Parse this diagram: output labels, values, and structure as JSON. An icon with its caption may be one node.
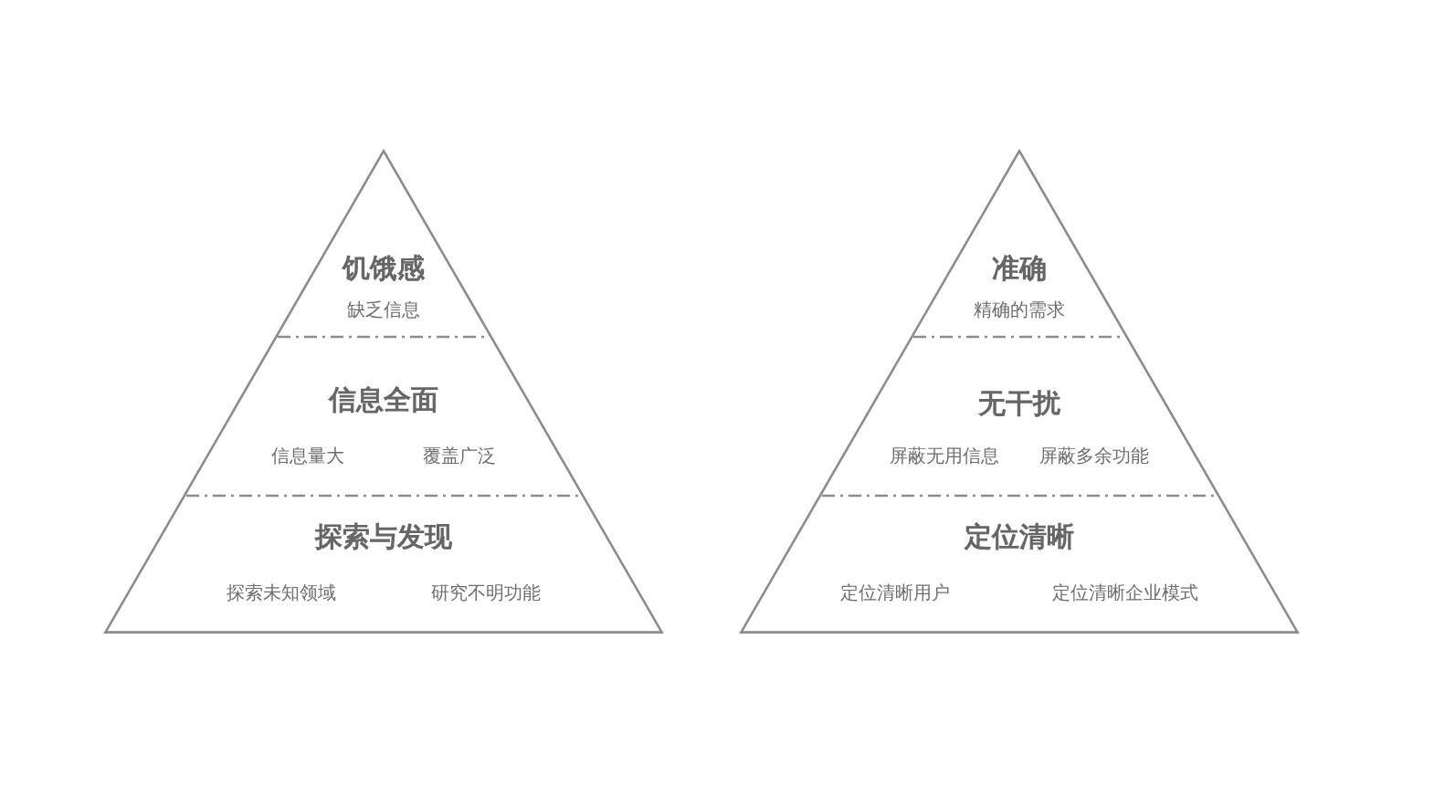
{
  "diagram": {
    "nodes": [
      {
        "text": [],
        "shape": "triangle"
      },
      {
        "text": [
          "饥饿感",
          "缺乏信息"
        ],
        "in": 0
      },
      {
        "text": [
          "信息全面",
          "信息量大",
          "覆盖广泛"
        ],
        "in": 0
      },
      {
        "text": [
          "探索与发现",
          "探索未知领域",
          "研究不明功能"
        ],
        "in": 0
      },
      {
        "text": [],
        "shape": "triangle"
      },
      {
        "text": [
          "准确",
          "精确的需求"
        ],
        "in": 4
      },
      {
        "text": [
          "无干扰",
          "屏蔽无用信息",
          "屏蔽多余功能"
        ],
        "in": 4
      },
      {
        "text": [
          "定位清晰",
          "定位清晰用户",
          "定位清晰企业模式"
        ],
        "in": 4
      }
    ]
  }
}
